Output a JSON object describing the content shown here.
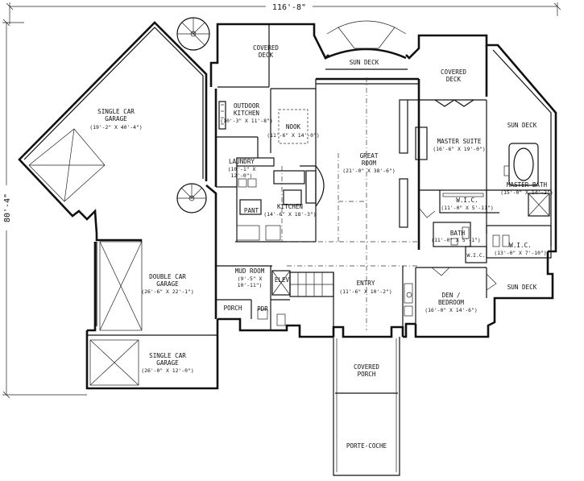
{
  "dimensions": {
    "width": "116'-8\"",
    "height": "80'-4\""
  },
  "rooms": {
    "single_garage_top": {
      "name": "SINGLE CAR\nGARAGE",
      "size": "(19'-2\" X 40'-4\")"
    },
    "covered_deck_top": {
      "name": "COVERED\nDECK",
      "size": ""
    },
    "sun_deck_top": {
      "name": "SUN DECK",
      "size": ""
    },
    "covered_deck_right": {
      "name": "COVERED\nDECK",
      "size": ""
    },
    "outdoor_kitchen": {
      "name": "OUTDOOR\nKITCHEN",
      "size": "(10'-3\" X 11'-8\")"
    },
    "nook": {
      "name": "NOOK",
      "size": "(11'-6\" X 14'-0\")"
    },
    "sun_deck_right": {
      "name": "SUN DECK",
      "size": ""
    },
    "master_suite": {
      "name": "MASTER SUITE",
      "size": "(16'-6\" X 19'-0\")"
    },
    "great_room": {
      "name": "GREAT\nROOM",
      "size": "(21'-0\" X 38'-6\")"
    },
    "laundry": {
      "name": "LAUNDRY",
      "size": "(10'-1\" X\n12'-0\")"
    },
    "master_bath": {
      "name": "MASTER BATH",
      "size": "(15'-0\" X 14'-2\")"
    },
    "wic_upper": {
      "name": "W.I.C.",
      "size": "(11'-0\" X 5'-11\")"
    },
    "pant": {
      "name": "PANT",
      "size": ""
    },
    "kitchen": {
      "name": "KITCHEN",
      "size": "(14'-6\" X 18'-3\")"
    },
    "bath": {
      "name": "BATH",
      "size": "(11'-0\" X 5'-1\")"
    },
    "wic_lower": {
      "name": "W.I.C.",
      "size": "(13'-0\" X 7'-10\")"
    },
    "wic_small": {
      "name": "W.I.C.",
      "size": ""
    },
    "double_garage": {
      "name": "DOUBLE CAR\nGARAGE",
      "size": "(26'-6\" X 22'-1\")"
    },
    "mud_room": {
      "name": "MUD ROOM",
      "size": "(9'-5\" X\n10'-11\")"
    },
    "elev": {
      "name": "ELEV",
      "size": ""
    },
    "entry": {
      "name": "ENTRY",
      "size": "(11'-6\" X 10'-2\")"
    },
    "sun_deck_lower": {
      "name": "SUN DECK",
      "size": ""
    },
    "den_bedroom": {
      "name": "DEN /\nBEDROOM",
      "size": "(16'-0\" X 14'-6\")"
    },
    "porch_small": {
      "name": "PORCH",
      "size": ""
    },
    "pdr": {
      "name": "PDR",
      "size": ""
    },
    "single_garage_bottom": {
      "name": "SINGLE CAR\nGARAGE",
      "size": "(26'-0\" X 12'-0\")"
    },
    "covered_porch": {
      "name": "COVERED\nPORCH",
      "size": ""
    },
    "porte_cochere": {
      "name": "PORTE-COCHE",
      "size": ""
    }
  }
}
